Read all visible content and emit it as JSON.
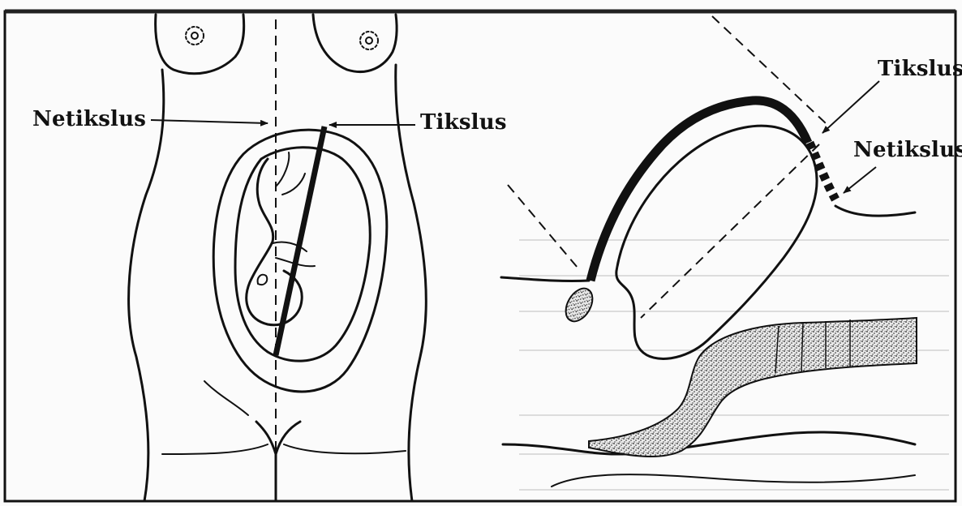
{
  "labels": {
    "left_netikslus": "Netikslus",
    "left_tikslus": "Tikslus",
    "right_tikslus": "Tikslus",
    "right_netikslus": "Netikslus"
  },
  "colors": {
    "ink": "#111111",
    "paper": "#fbfbfb",
    "bleed_text": "#d8d8d8"
  }
}
